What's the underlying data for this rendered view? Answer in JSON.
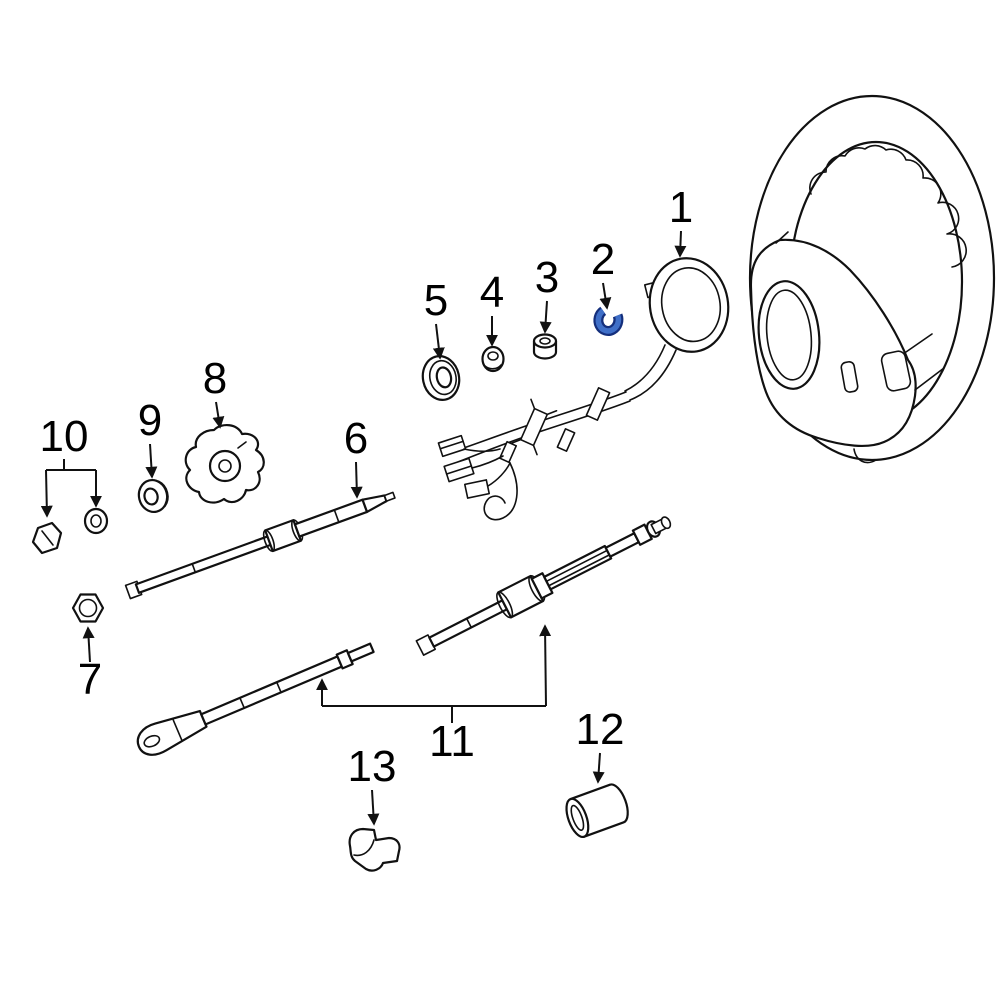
{
  "page": {
    "background_color": "#ffffff"
  },
  "diagram": {
    "type": "exploded-parts-diagram",
    "line_color": "#111111",
    "highlight_color": "#3f6fc8",
    "highlight_outline_color": "#142f7c",
    "highlighted_callout": "2",
    "callouts": [
      {
        "label": "1"
      },
      {
        "label": "2"
      },
      {
        "label": "3"
      },
      {
        "label": "4"
      },
      {
        "label": "5"
      },
      {
        "label": "6"
      },
      {
        "label": "7"
      },
      {
        "label": "8"
      },
      {
        "label": "9"
      },
      {
        "label": "10"
      },
      {
        "label": "11"
      },
      {
        "label": "12"
      },
      {
        "label": "13"
      }
    ]
  }
}
